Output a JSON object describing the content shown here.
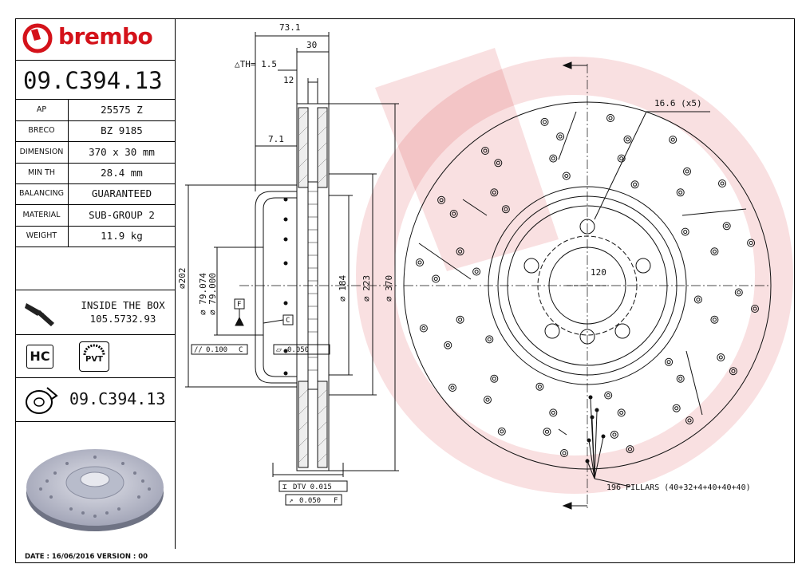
{
  "brand": {
    "name": "brembo",
    "color": "#d4121a"
  },
  "part_number": "09.C394.13",
  "specs": [
    {
      "key": "AP",
      "value": "25575 Z"
    },
    {
      "key": "BRECO",
      "value": "BZ 9185"
    },
    {
      "key": "DIMENSION",
      "value": "370 x 30 mm"
    },
    {
      "key": "MIN TH",
      "value": "28.4 mm"
    },
    {
      "key": "BALANCING",
      "value": "GUARANTEED"
    },
    {
      "key": "MATERIAL",
      "value": "SUB-GROUP 2"
    },
    {
      "key": "WEIGHT",
      "value": "11.9 kg"
    }
  ],
  "inside_box": {
    "label": "INSIDE THE BOX",
    "code": "105.5732.93",
    "icon": "bolt-icon"
  },
  "badges": {
    "hc": "HC",
    "pvt": "PVT"
  },
  "footer_part_number": "09.C394.13",
  "date_line": "DATE : 16/06/2016 VERSION : 00",
  "dimensions": {
    "overall_width": "73.1",
    "disc_thickness": "30",
    "th": "△TH= 1.5",
    "inner_12": "12",
    "offset": "7.1",
    "d202": "⌀202",
    "d79": "⌀ 79.074",
    "d79b": "⌀ 79.000",
    "d184": "⌀ 184",
    "d223": "⌀ 223",
    "d370": "⌀ 370",
    "pcd": "120",
    "holes": "16.6 (x5)",
    "datum_f": "F",
    "datum_c": "C",
    "tol_flat": "0.100",
    "tol_flat_ref": "C",
    "tol_square": "0.050",
    "dtv_label": "DTV 0.015",
    "runout": "0.050",
    "runout_ref": "F",
    "pillars": "196 PILLARS (40+32+4+40+40+40)"
  }
}
